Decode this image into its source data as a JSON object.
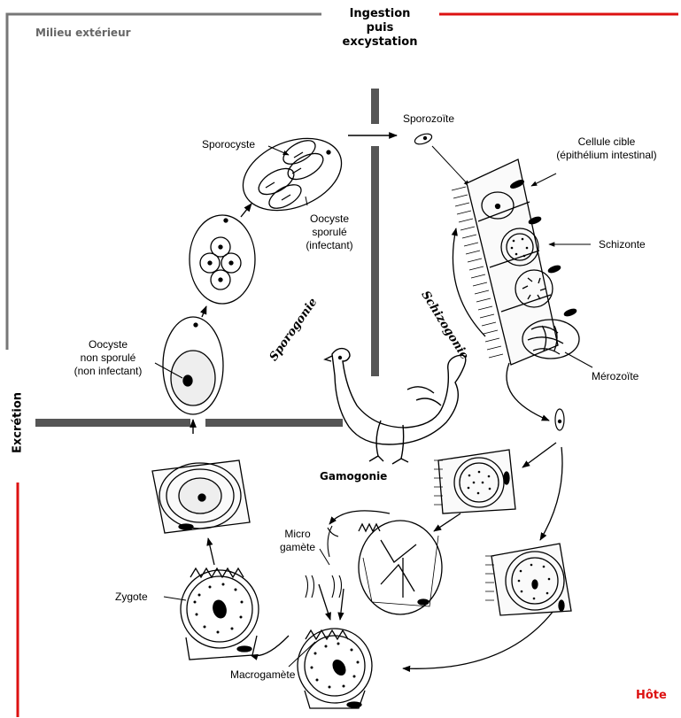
{
  "zones": {
    "exterior": "Milieu extérieur",
    "host": "Hôte",
    "ingestion": "Ingestion",
    "ingestion_2": "puis",
    "ingestion_3": "excystation",
    "excretion": "Excrétion"
  },
  "phases": {
    "sporogony": "Sporogonie",
    "schizogony": "Schizogonie",
    "gametogony": "Gamogonie"
  },
  "labels": {
    "sporocyst": "Sporocyste",
    "sporulated_1": "Oocyste",
    "sporulated_2": "sporulé",
    "sporulated_3": "(infectant)",
    "unsporulated_1": "Oocyste",
    "unsporulated_2": "non sporulé",
    "unsporulated_3": "(non infectant)",
    "sporozoite": "Sporozoïte",
    "target_cell_1": "Cellule cible",
    "target_cell_2": "(épithélium intestinal)",
    "schizont": "Schizonte",
    "merozoite": "Mérozoïte",
    "microgamete_1": "Micro",
    "microgamete_2": "gamète",
    "zygote": "Zygote",
    "macrogamete": "Macrogamète"
  },
  "colors": {
    "border_exterior": "#777777",
    "border_host": "#dd1111",
    "host_text": "#dd1111",
    "divider": "#555555",
    "ink": "#000000"
  }
}
